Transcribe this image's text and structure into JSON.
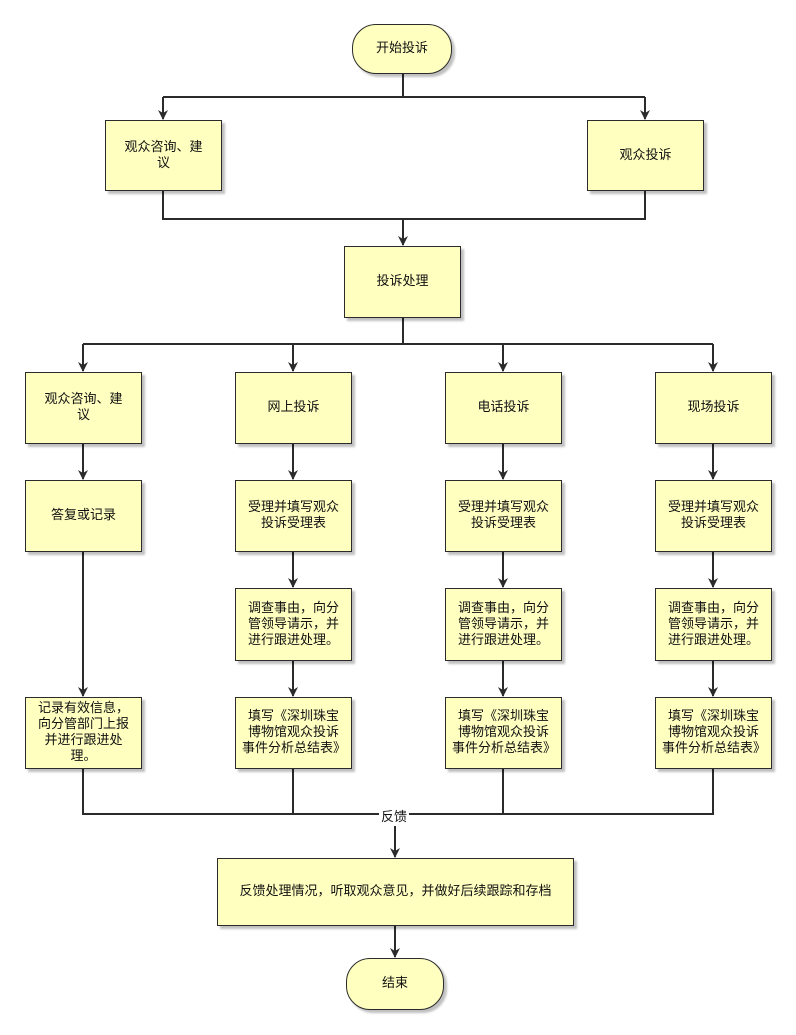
{
  "nodes": {
    "start": "开始投诉",
    "top_consult": "观众咨询、建议",
    "top_complaint": "观众投诉",
    "process": "投诉处理",
    "col1_head": "观众咨询、建议",
    "col1_reply": "答复或记录",
    "col1_record": "记录有效信息，向分管部门上报并进行跟进处理。",
    "col2_head": "网上投诉",
    "col3_head": "电话投诉",
    "col4_head": "现场投诉",
    "accept_fill": "受理并填写观众投诉受理表",
    "investigate": "调查事由，向分管领导请示，并进行跟进处理。",
    "summary_form": "填写《深圳珠宝博物馆观众投诉事件分析总结表》",
    "feedback_detail": "反馈处理情况，听取观众意见，并做好后续跟踪和存档",
    "end": "结束"
  },
  "edge_labels": {
    "feedback": "反馈"
  },
  "colors": {
    "box_fill": "#ffffc0",
    "stroke": "#2b2b2b"
  }
}
